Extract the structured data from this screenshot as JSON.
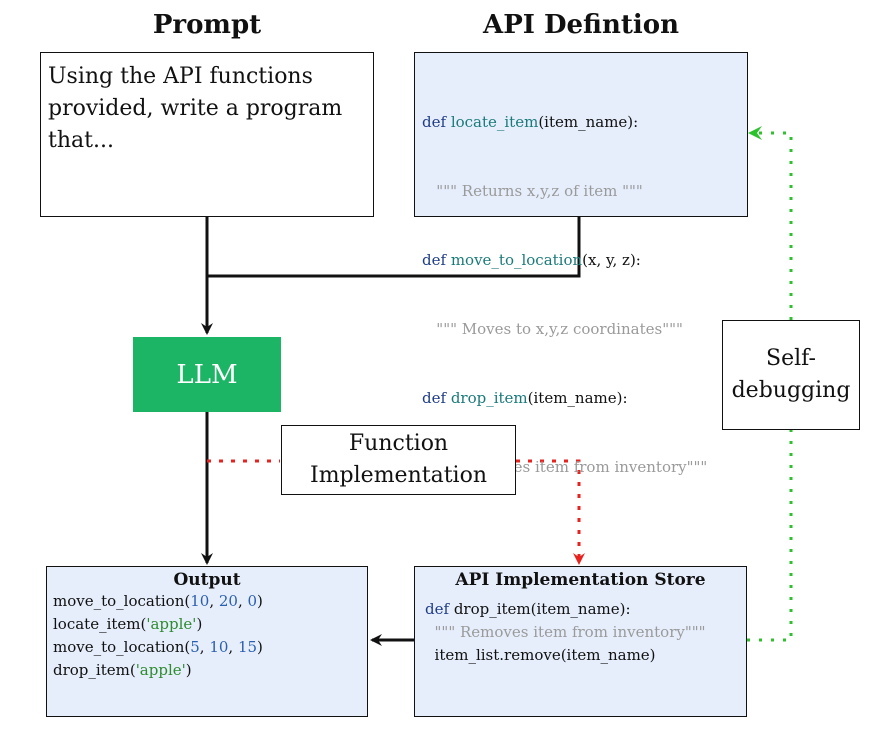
{
  "headings": {
    "prompt": "Prompt",
    "api_definition": "API Defintion"
  },
  "prompt_box": {
    "lines": [
      "Using the API functions",
      "provided, write a program",
      "that..."
    ]
  },
  "api_definition": {
    "def1": {
      "kw": "def ",
      "fn": "locate_item",
      "args": "(item_name):",
      "doc": "   \"\"\" Returns x,y,z of item \"\"\""
    },
    "def2": {
      "kw": "def ",
      "fn": "move_to_location",
      "args": "(x, y, z):",
      "doc": "   \"\"\" Moves to x,y,z coordinates\"\"\""
    },
    "def3": {
      "kw": "def ",
      "fn": "drop_item",
      "args": "(item_name):",
      "doc": "   \"\"\" Removes item from inventory\"\"\""
    }
  },
  "llm": {
    "label": "LLM"
  },
  "function_impl": {
    "line1": "Function",
    "line2": "Implementation"
  },
  "self_debugging": {
    "line1": "Self-",
    "line2": "debugging"
  },
  "output": {
    "title": "Output",
    "l1": {
      "fn": "move_to_location(",
      "a": "10",
      "s1": ", ",
      "b": "20",
      "s2": ", ",
      "c": "0",
      "end": ")"
    },
    "l2": {
      "fn": "locate_item(",
      "a": "'apple'",
      "end": ")"
    },
    "l3": {
      "fn": "move_to_location(",
      "a": "5",
      "s1": ", ",
      "b": "10",
      "s2": ", ",
      "c": "15",
      "end": ")"
    },
    "l4": {
      "fn": "drop_item(",
      "a": "'apple'",
      "end": ")"
    }
  },
  "store": {
    "title": "API Implementation Store",
    "kw": "def ",
    "fn": "drop_item(item_name):",
    "doc": "  \"\"\" Removes item from inventory\"\"\"",
    "body": "  item_list.remove(item_name)"
  },
  "colors": {
    "code_bg": "#e6eefc",
    "llm_bg": "#1bb565",
    "red_dash": "#e8231f",
    "green_dash": "#2dc22d"
  }
}
